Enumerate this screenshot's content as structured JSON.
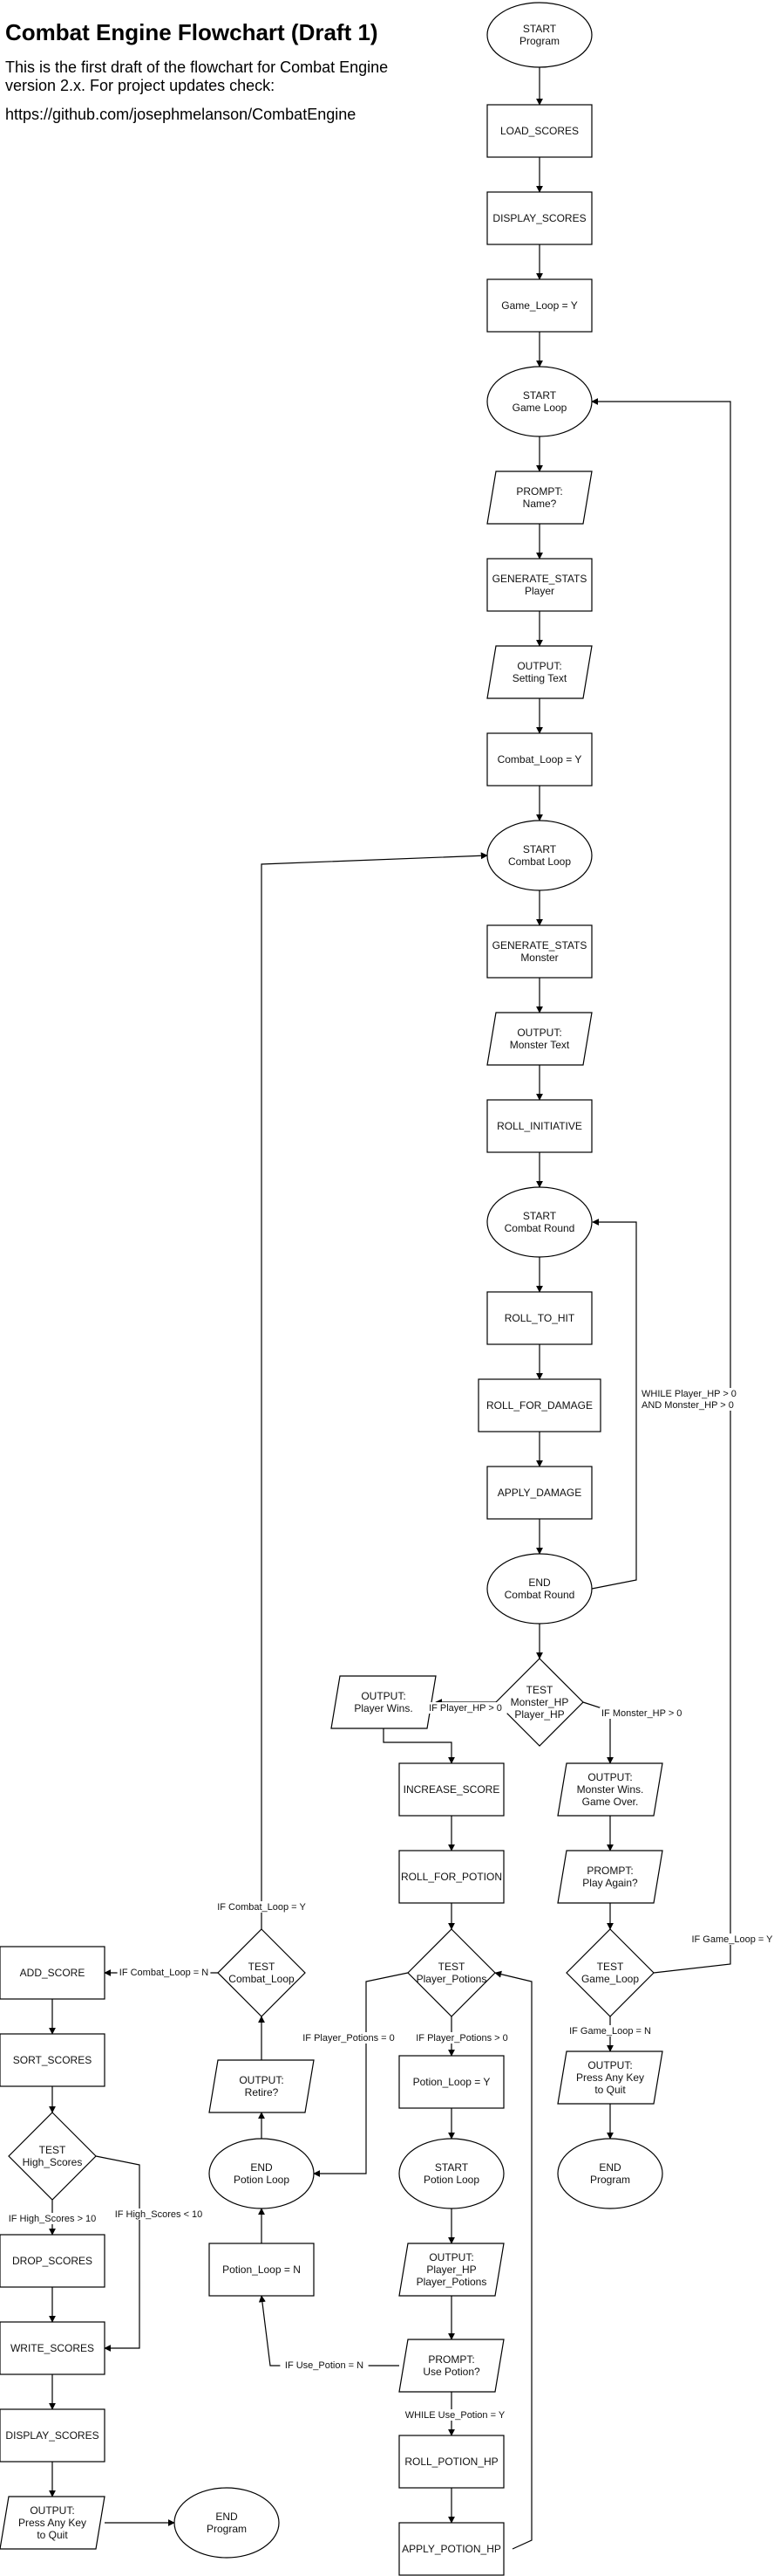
{
  "header": {
    "title": "Combat Engine Flowchart (Draft 1)",
    "description": "This is the first draft of the flowchart for Combat Engine version 2.x. For project updates check:",
    "link": "https://github.com/josephmelanson/CombatEngine"
  },
  "nodes": [
    {
      "id": "start_program",
      "type": "ellipse",
      "lines": [
        "START",
        "Program"
      ]
    },
    {
      "id": "load_scores",
      "type": "rect",
      "lines": [
        "LOAD_SCORES"
      ]
    },
    {
      "id": "display_scores_1",
      "type": "rect",
      "lines": [
        "DISPLAY_SCORES"
      ]
    },
    {
      "id": "game_loop_y",
      "type": "rect",
      "lines": [
        "Game_Loop = Y"
      ]
    },
    {
      "id": "start_game_loop",
      "type": "ellipse",
      "lines": [
        "START",
        "Game Loop"
      ]
    },
    {
      "id": "prompt_name",
      "type": "para",
      "lines": [
        "PROMPT:",
        "Name?"
      ]
    },
    {
      "id": "generate_player",
      "type": "rect",
      "lines": [
        "GENERATE_STATS",
        "Player"
      ]
    },
    {
      "id": "output_setting",
      "type": "para",
      "lines": [
        "OUTPUT:",
        "Setting Text"
      ]
    },
    {
      "id": "combat_loop_y",
      "type": "rect",
      "lines": [
        "Combat_Loop = Y"
      ]
    },
    {
      "id": "start_combat_loop",
      "type": "ellipse",
      "lines": [
        "START",
        "Combat Loop"
      ]
    },
    {
      "id": "generate_monster",
      "type": "rect",
      "lines": [
        "GENERATE_STATS",
        "Monster"
      ]
    },
    {
      "id": "output_monster",
      "type": "para",
      "lines": [
        "OUTPUT:",
        "Monster Text"
      ]
    },
    {
      "id": "roll_initiative",
      "type": "rect",
      "lines": [
        "ROLL_INITIATIVE"
      ]
    },
    {
      "id": "start_combat_round",
      "type": "ellipse",
      "lines": [
        "START",
        "Combat Round"
      ]
    },
    {
      "id": "roll_to_hit",
      "type": "rect",
      "lines": [
        "ROLL_TO_HIT"
      ]
    },
    {
      "id": "roll_for_damage",
      "type": "rect",
      "lines": [
        "ROLL_FOR_DAMAGE"
      ]
    },
    {
      "id": "apply_damage",
      "type": "rect",
      "lines": [
        "APPLY_DAMAGE"
      ]
    },
    {
      "id": "end_combat_round",
      "type": "ellipse",
      "lines": [
        "END",
        "Combat Round"
      ]
    },
    {
      "id": "test_hp",
      "type": "diamond",
      "lines": [
        "TEST",
        "Monster_HP",
        "Player_HP"
      ]
    },
    {
      "id": "output_player_wins",
      "type": "para",
      "lines": [
        "OUTPUT:",
        "Player Wins."
      ]
    },
    {
      "id": "increase_score",
      "type": "rect",
      "lines": [
        "INCREASE_SCORE"
      ]
    },
    {
      "id": "roll_for_potion",
      "type": "rect",
      "lines": [
        "ROLL_FOR_POTION"
      ]
    },
    {
      "id": "test_potions",
      "type": "diamond",
      "lines": [
        "TEST",
        "Player_Potions"
      ]
    },
    {
      "id": "potion_loop_y",
      "type": "rect",
      "lines": [
        "Potion_Loop = Y"
      ]
    },
    {
      "id": "start_potion_loop",
      "type": "ellipse",
      "lines": [
        "START",
        "Potion Loop"
      ]
    },
    {
      "id": "output_player_hp",
      "type": "para",
      "lines": [
        "OUTPUT:",
        "Player_HP",
        "Player_Potions"
      ]
    },
    {
      "id": "prompt_use_potion",
      "type": "para",
      "lines": [
        "PROMPT:",
        "Use Potion?"
      ]
    },
    {
      "id": "roll_potion_hp",
      "type": "rect",
      "lines": [
        "ROLL_POTION_HP"
      ]
    },
    {
      "id": "apply_potion_hp",
      "type": "rect",
      "lines": [
        "APPLY_POTION_HP"
      ]
    },
    {
      "id": "potion_loop_n",
      "type": "rect",
      "lines": [
        "Potion_Loop = N"
      ]
    },
    {
      "id": "end_potion_loop",
      "type": "ellipse",
      "lines": [
        "END",
        "Potion Loop"
      ]
    },
    {
      "id": "output_retire",
      "type": "para",
      "lines": [
        "OUTPUT:",
        "Retire?"
      ]
    },
    {
      "id": "test_combat_loop",
      "type": "diamond",
      "lines": [
        "TEST",
        "Combat_Loop"
      ]
    },
    {
      "id": "output_monster_wins",
      "type": "para",
      "lines": [
        "OUTPUT:",
        "Monster Wins.",
        "Game Over."
      ]
    },
    {
      "id": "prompt_play_again",
      "type": "para",
      "lines": [
        "PROMPT:",
        "Play Again?"
      ]
    },
    {
      "id": "test_game_loop",
      "type": "diamond",
      "lines": [
        "TEST",
        "Game_Loop"
      ]
    },
    {
      "id": "output_quit_right",
      "type": "para",
      "lines": [
        "OUTPUT:",
        "Press Any Key",
        "to Quit"
      ]
    },
    {
      "id": "end_program_right",
      "type": "ellipse",
      "lines": [
        "END",
        "Program"
      ]
    },
    {
      "id": "add_score",
      "type": "rect",
      "lines": [
        "ADD_SCORE"
      ]
    },
    {
      "id": "sort_scores",
      "type": "rect",
      "lines": [
        "SORT_SCORES"
      ]
    },
    {
      "id": "test_high_scores",
      "type": "diamond",
      "lines": [
        "TEST",
        "High_Scores"
      ]
    },
    {
      "id": "drop_scores",
      "type": "rect",
      "lines": [
        "DROP_SCORES"
      ]
    },
    {
      "id": "write_scores",
      "type": "rect",
      "lines": [
        "WRITE_SCORES"
      ]
    },
    {
      "id": "display_scores_2",
      "type": "rect",
      "lines": [
        "DISPLAY_SCORES"
      ]
    },
    {
      "id": "output_quit_left",
      "type": "para",
      "lines": [
        "OUTPUT:",
        "Press Any Key",
        "to Quit"
      ]
    },
    {
      "id": "end_program_left",
      "type": "ellipse",
      "lines": [
        "END",
        "Program"
      ]
    }
  ],
  "edges": [
    {
      "from": "start_program",
      "to": "load_scores",
      "label": ""
    },
    {
      "from": "load_scores",
      "to": "display_scores_1",
      "label": ""
    },
    {
      "from": "display_scores_1",
      "to": "game_loop_y",
      "label": ""
    },
    {
      "from": "game_loop_y",
      "to": "start_game_loop",
      "label": ""
    },
    {
      "from": "start_game_loop",
      "to": "prompt_name",
      "label": ""
    },
    {
      "from": "prompt_name",
      "to": "generate_player",
      "label": ""
    },
    {
      "from": "generate_player",
      "to": "output_setting",
      "label": ""
    },
    {
      "from": "output_setting",
      "to": "combat_loop_y",
      "label": ""
    },
    {
      "from": "combat_loop_y",
      "to": "start_combat_loop",
      "label": ""
    },
    {
      "from": "start_combat_loop",
      "to": "generate_monster",
      "label": ""
    },
    {
      "from": "generate_monster",
      "to": "output_monster",
      "label": ""
    },
    {
      "from": "output_monster",
      "to": "roll_initiative",
      "label": ""
    },
    {
      "from": "roll_initiative",
      "to": "start_combat_round",
      "label": ""
    },
    {
      "from": "start_combat_round",
      "to": "roll_to_hit",
      "label": ""
    },
    {
      "from": "roll_to_hit",
      "to": "roll_for_damage",
      "label": ""
    },
    {
      "from": "roll_for_damage",
      "to": "apply_damage",
      "label": ""
    },
    {
      "from": "apply_damage",
      "to": "end_combat_round",
      "label": ""
    },
    {
      "from": "end_combat_round",
      "to": "start_combat_round",
      "label": "WHILE Player_HP > 0\nAND Monster_HP > 0"
    },
    {
      "from": "end_combat_round",
      "to": "test_hp",
      "label": ""
    },
    {
      "from": "test_hp",
      "to": "output_player_wins",
      "label": "IF Player_HP > 0"
    },
    {
      "from": "test_hp",
      "to": "output_monster_wins",
      "label": "IF Monster_HP > 0"
    },
    {
      "from": "output_player_wins",
      "to": "increase_score",
      "label": ""
    },
    {
      "from": "increase_score",
      "to": "roll_for_potion",
      "label": ""
    },
    {
      "from": "roll_for_potion",
      "to": "test_potions",
      "label": ""
    },
    {
      "from": "test_potions",
      "to": "potion_loop_y",
      "label": "IF Player_Potions > 0"
    },
    {
      "from": "test_potions",
      "to": "end_potion_loop",
      "label": "IF Player_Potions = 0"
    },
    {
      "from": "potion_loop_y",
      "to": "start_potion_loop",
      "label": ""
    },
    {
      "from": "start_potion_loop",
      "to": "output_player_hp",
      "label": ""
    },
    {
      "from": "output_player_hp",
      "to": "prompt_use_potion",
      "label": ""
    },
    {
      "from": "prompt_use_potion",
      "to": "roll_potion_hp",
      "label": "WHILE Use_Potion = Y"
    },
    {
      "from": "prompt_use_potion",
      "to": "potion_loop_n",
      "label": "IF Use_Potion = N"
    },
    {
      "from": "roll_potion_hp",
      "to": "apply_potion_hp",
      "label": ""
    },
    {
      "from": "apply_potion_hp",
      "to": "test_potions",
      "label": ""
    },
    {
      "from": "potion_loop_n",
      "to": "end_potion_loop",
      "label": ""
    },
    {
      "from": "end_potion_loop",
      "to": "output_retire",
      "label": ""
    },
    {
      "from": "output_retire",
      "to": "test_combat_loop",
      "label": ""
    },
    {
      "from": "test_combat_loop",
      "to": "start_combat_loop",
      "label": "IF Combat_Loop = Y"
    },
    {
      "from": "test_combat_loop",
      "to": "add_score",
      "label": "IF Combat_Loop = N"
    },
    {
      "from": "output_monster_wins",
      "to": "prompt_play_again",
      "label": ""
    },
    {
      "from": "prompt_play_again",
      "to": "test_game_loop",
      "label": ""
    },
    {
      "from": "test_game_loop",
      "to": "start_game_loop",
      "label": "IF Game_Loop = Y"
    },
    {
      "from": "test_game_loop",
      "to": "output_quit_right",
      "label": "IF Game_Loop = N"
    },
    {
      "from": "output_quit_right",
      "to": "end_program_right",
      "label": ""
    },
    {
      "from": "add_score",
      "to": "sort_scores",
      "label": ""
    },
    {
      "from": "sort_scores",
      "to": "test_high_scores",
      "label": ""
    },
    {
      "from": "test_high_scores",
      "to": "drop_scores",
      "label": "IF High_Scores > 10"
    },
    {
      "from": "test_high_scores",
      "to": "write_scores",
      "label": "IF High_Scores < 10"
    },
    {
      "from": "drop_scores",
      "to": "write_scores",
      "label": ""
    },
    {
      "from": "write_scores",
      "to": "display_scores_2",
      "label": ""
    },
    {
      "from": "display_scores_2",
      "to": "output_quit_left",
      "label": ""
    },
    {
      "from": "output_quit_left",
      "to": "end_program_left",
      "label": ""
    }
  ]
}
